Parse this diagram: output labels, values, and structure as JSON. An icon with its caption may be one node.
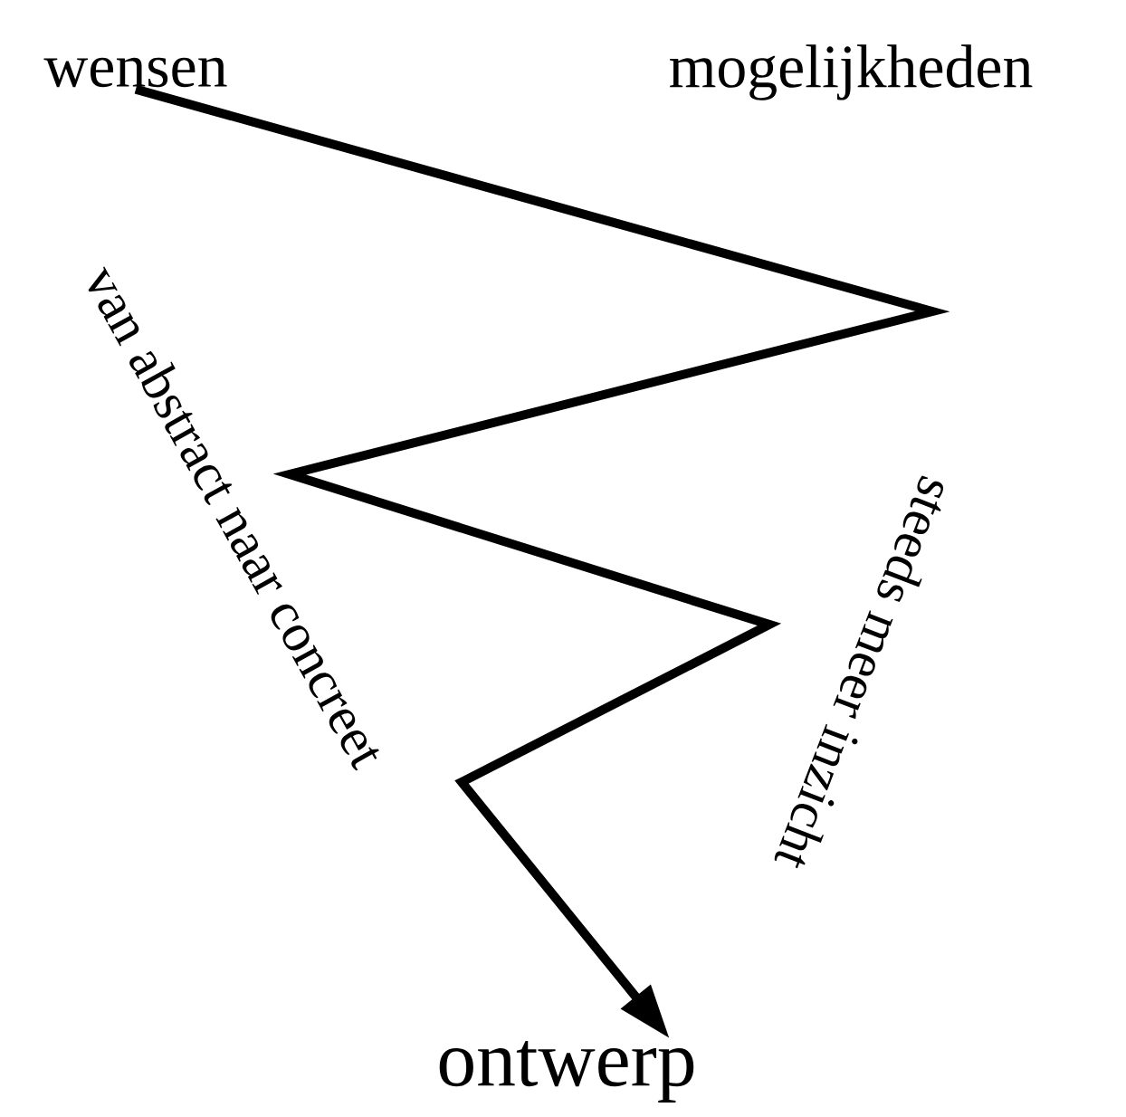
{
  "diagram": {
    "nodes": [
      {
        "text": [
          "wensen"
        ]
      },
      {
        "text": [
          "mogelijkheden"
        ]
      },
      {
        "text": [
          "ontwerp"
        ]
      }
    ],
    "edges": [
      {
        "from": 0,
        "to": 2,
        "arrow": "to"
      }
    ],
    "labels": [
      "van abstract naar concreet",
      "steeds meer inzicht"
    ]
  }
}
